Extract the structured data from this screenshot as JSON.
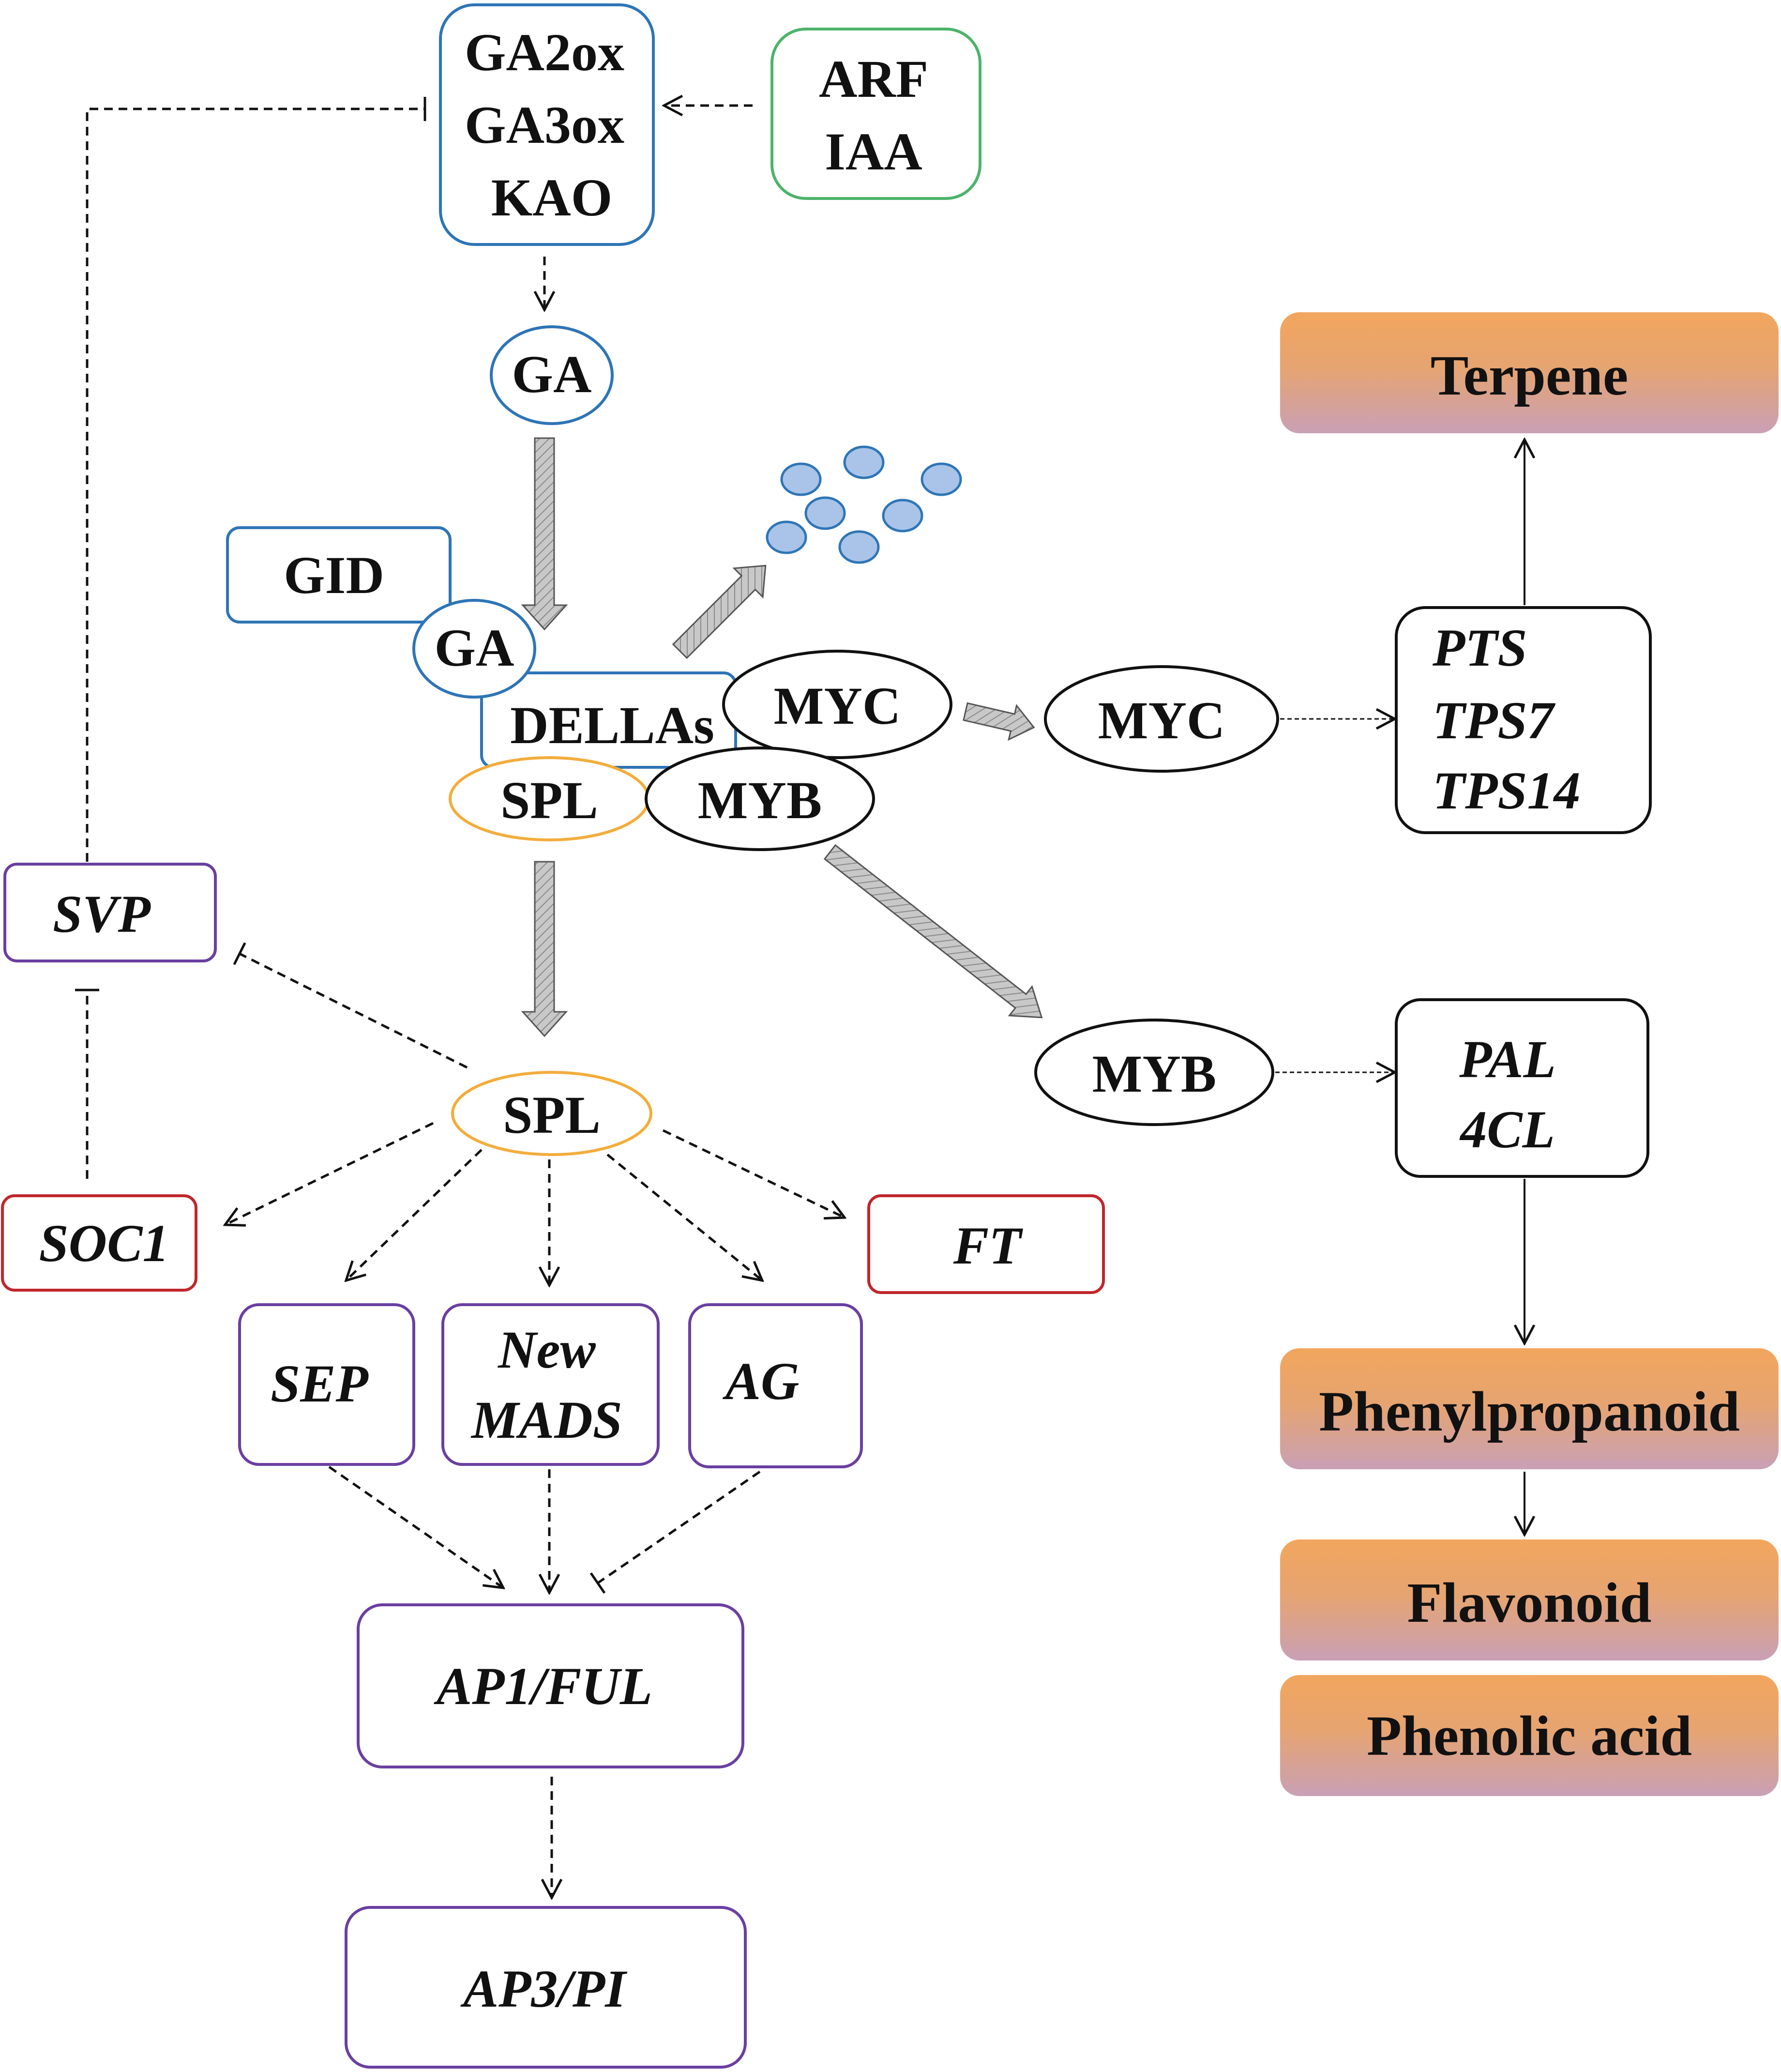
{
  "colors": {
    "blue": "#2e75b6",
    "green": "#4db36b",
    "orange": "#f2ad3c",
    "purple": "#6a3fa0",
    "red": "#c0262c",
    "black": "#111111",
    "gray_arrow": "#b8b8b8",
    "dot_fill": "#a9c4e8",
    "output_top": "#f2a65e",
    "output_bottom": "#c9a0b6"
  },
  "nodes": {
    "ga_enzymes": {
      "line1": "GA2ox",
      "line2": "GA3ox",
      "line3": "KAO"
    },
    "auxin": {
      "line1": "ARF",
      "line2": "IAA"
    },
    "ga_top": "GA",
    "gid": "GID",
    "ga_bound": "GA",
    "dellas": "DELLAs",
    "myc_bound": "MYC",
    "spl_bound": "SPL",
    "myb_bound": "MYB",
    "myc_free": "MYC",
    "myb_free": "MYB",
    "terpene_genes": {
      "line1": "PTS",
      "line2": "TPS7",
      "line3": "TPS14"
    },
    "phenyl_genes": {
      "line1": "PAL",
      "line2": "4CL"
    },
    "svp": "SVP",
    "spl_free": "SPL",
    "soc1": "SOC1",
    "ft": "FT",
    "sep": "SEP",
    "new_mads": {
      "line1": "New",
      "line2": "MADS"
    },
    "ag": "AG",
    "ap1_ful": "AP1/FUL",
    "ap3_pi": "AP3/PI"
  },
  "outputs": {
    "terpene": "Terpene",
    "phenylpropanoid": "Phenylpropanoid",
    "flavonoid": "Flavonoid",
    "phenolic_acid": "Phenolic acid"
  }
}
